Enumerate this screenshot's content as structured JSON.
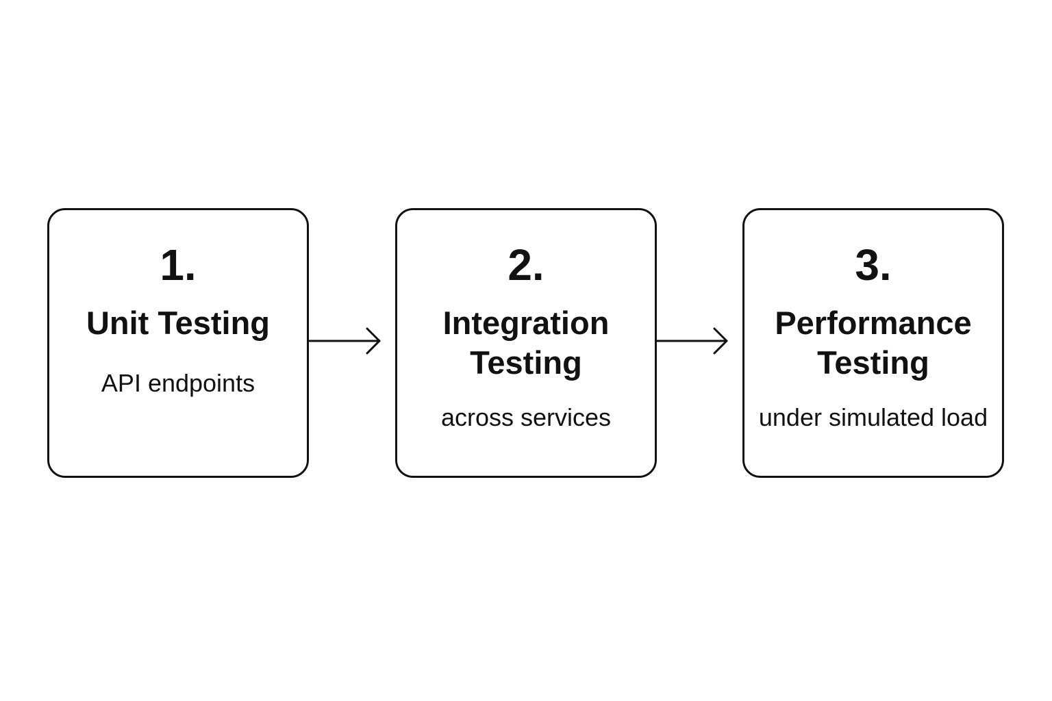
{
  "steps": [
    {
      "number": "1.",
      "title": "Unit Testing",
      "description": "API endpoints"
    },
    {
      "number": "2.",
      "title": "Integration Testing",
      "description": "across services"
    },
    {
      "number": "3.",
      "title": "Performance Testing",
      "description": "under simulated load"
    }
  ],
  "colors": {
    "stroke": "#111111",
    "background": "#ffffff",
    "text": "#111111"
  },
  "icons": {
    "connector": "arrow-right-icon"
  }
}
